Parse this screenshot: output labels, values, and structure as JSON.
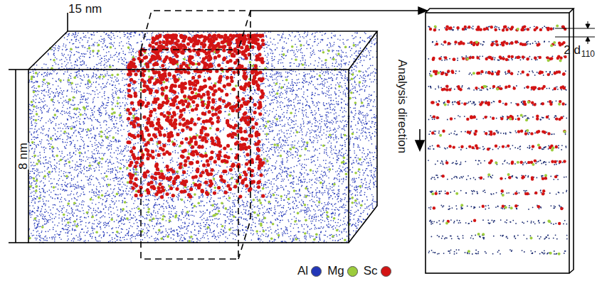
{
  "diagram": {
    "labels": [
      "15 nm",
      "8 nm",
      "Analysis direction",
      "2 d",
      "110"
    ],
    "legend": [
      {
        "text": "Al",
        "color": "#2236b8"
      },
      {
        "text": "Mg",
        "color": "#9ccc3c"
      },
      {
        "text": "Sc",
        "color": "#d31414"
      }
    ]
  }
}
